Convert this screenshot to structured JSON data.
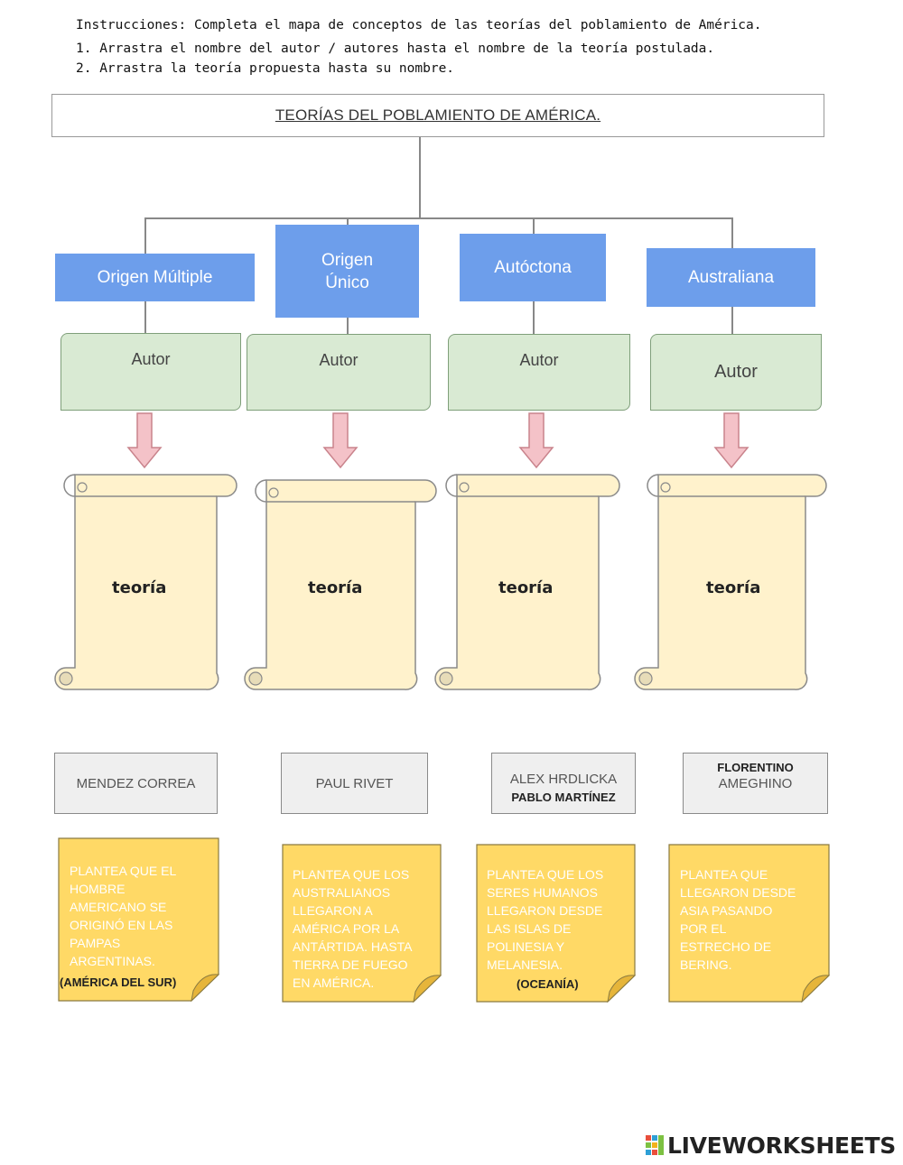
{
  "instructions": [
    "Instrucciones: Completa el mapa de conceptos de las teorías del poblamiento de América.",
    "1. Arrastra el nombre del autor / autores  hasta el nombre de la teoría postulada.",
    "2. Arrastra la teoría propuesta hasta su nombre."
  ],
  "title": "TEORÍAS DEL POBLAMIENTO DE AMÉRICA.",
  "theories": [
    {
      "line1": "Origen Múltiple",
      "line2": ""
    },
    {
      "line1": "Origen",
      "line2": "Único"
    },
    {
      "line1": "Autóctona",
      "line2": ""
    },
    {
      "line1": "Australiana",
      "line2": ""
    }
  ],
  "author_label": "Autor",
  "scroll_label": "teoría",
  "names": [
    {
      "line1": "MENDEZ CORREA",
      "line2": ""
    },
    {
      "line1": "PAUL RIVET",
      "line2": ""
    },
    {
      "line1": "ALEX HRDLICKA",
      "line2": "PABLO MARTÍNEZ"
    },
    {
      "line1": "FLORENTINO",
      "line2": "AMEGHINO"
    }
  ],
  "notes": [
    {
      "lines": [
        "PLANTEA QUE EL",
        "HOMBRE",
        "AMERICANO SE",
        "ORIGINÓ EN LAS",
        "PAMPAS",
        "ARGENTINAS."
      ],
      "extra": "(AMÉRICA DEL SUR)"
    },
    {
      "lines": [
        "PLANTEA QUE LOS",
        "AUSTRALIANOS",
        "LLEGARON A",
        "AMÉRICA POR LA",
        "ANTÁRTIDA. HASTA",
        "TIERRA DE FUEGO",
        "EN  AMÉRICA."
      ],
      "extra": ""
    },
    {
      "lines": [
        "PLANTEA QUE LOS",
        "SERES HUMANOS",
        "LLEGARON DESDE",
        "LAS ISLAS DE",
        "POLINESIA Y",
        "MELANESIA."
      ],
      "extra": "(OCEANÍA)"
    },
    {
      "lines": [
        "PLANTEA QUE",
        "LLEGARON DESDE",
        "ASIA PASANDO",
        "POR EL",
        "ESTRECHO DE",
        "BERING."
      ],
      "extra": ""
    }
  ],
  "brand": "LIVEWORKSHEETS",
  "colors": {
    "theory_blue": "#6d9eeb",
    "author_green": "#d9ead3",
    "scroll_yellow": "#fff2cc",
    "note_yellow": "#ffd966",
    "arrow_pink": "#f4c2c8"
  }
}
